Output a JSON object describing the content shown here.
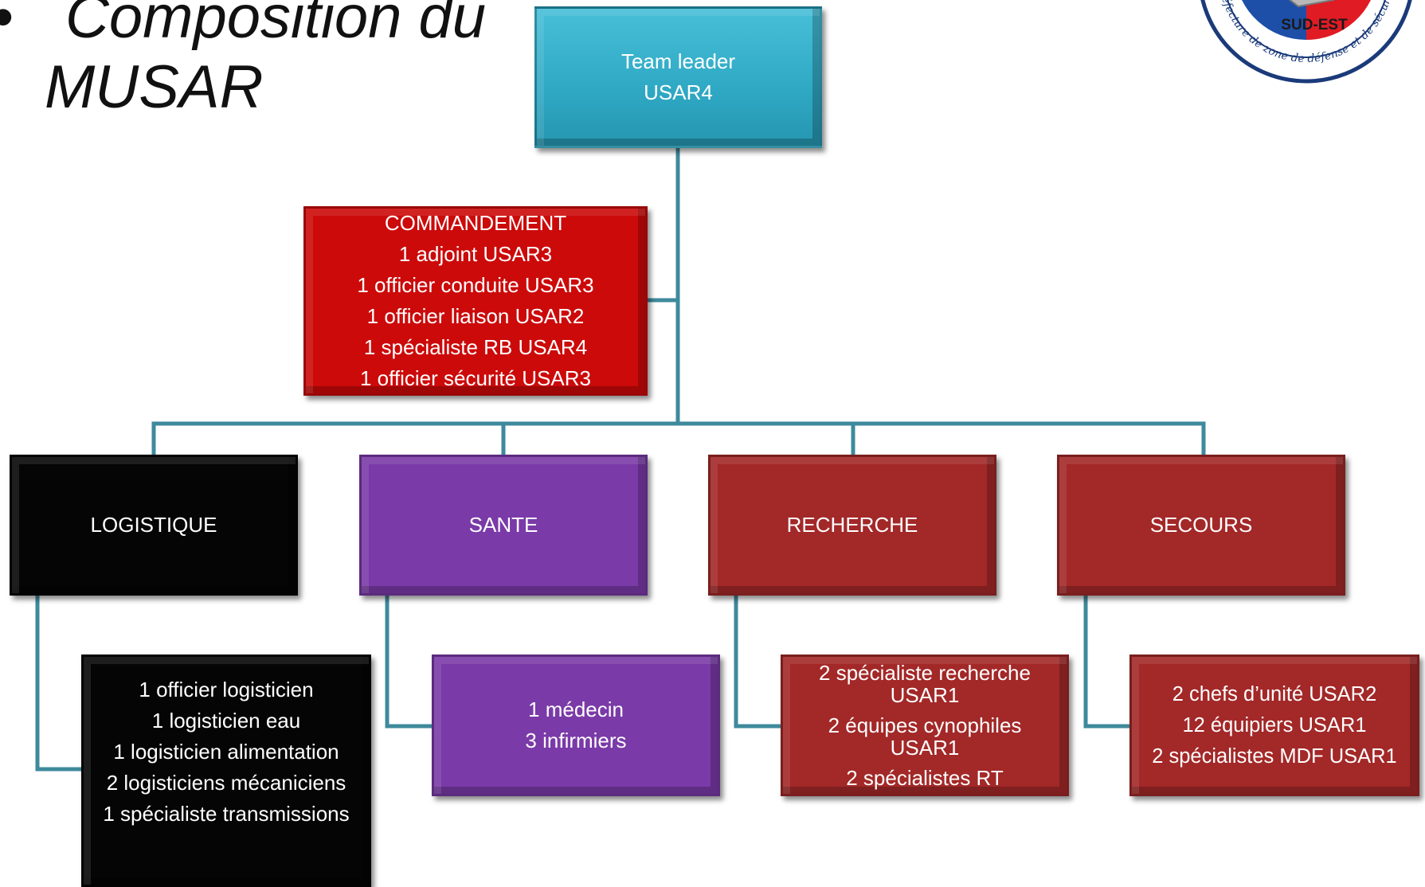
{
  "slide": {
    "bullet": "•",
    "title_line1": "Composition du",
    "title_line2": "MUSAR"
  },
  "logo": {
    "text_top": "SUD-EST",
    "text_ring": "Préfecture de zone de défense et de sécurité"
  },
  "chart": {
    "leader": {
      "lines": [
        "Team leader",
        "USAR4"
      ]
    },
    "command": {
      "lines": [
        "COMMANDEMENT",
        "1 adjoint USAR3",
        "1 officier conduite USAR3",
        "1 officier liaison USAR2",
        "1 spécialiste RB USAR4",
        "1 officier sécurité USAR3"
      ]
    },
    "units": [
      {
        "name": "LOGISTIQUE",
        "details": [
          "1 officier logisticien",
          "1 logisticien eau",
          "1 logisticien alimentation",
          "2 logisticiens mécaniciens",
          "1 spécialiste transmissions"
        ]
      },
      {
        "name": "SANTE",
        "details": [
          "1 médecin",
          "3 infirmiers"
        ]
      },
      {
        "name": "RECHERCHE",
        "details": [
          "2 spécialiste recherche",
          "USAR1",
          "2 équipes cynophiles",
          "USAR1",
          "2 spécialistes RT"
        ]
      },
      {
        "name": "SECOURS",
        "details": [
          "2 chefs d’unité USAR2",
          "12 équipiers USAR1",
          "2 spécialistes MDF USAR1"
        ]
      }
    ]
  },
  "colors": {
    "connector": "#3e8a9c",
    "leader": "#2fa8c4",
    "command": "#cc0a0a",
    "logistique": "#050505",
    "sante": "#7a3aa8",
    "recherche": "#a32828",
    "secours": "#a32828"
  }
}
